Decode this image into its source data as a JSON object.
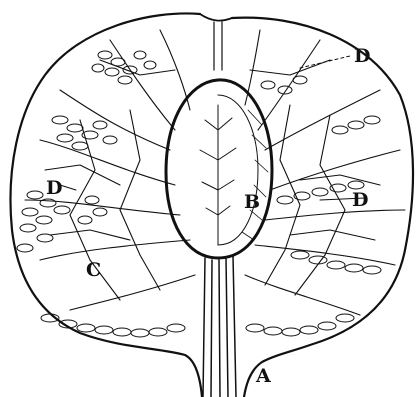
{
  "figure": {
    "labels": {
      "a": "A",
      "b": "B",
      "c": "C",
      "d_top_right": "D",
      "d_left": "D",
      "d_right": "D"
    },
    "colors": {
      "ink": "#111111",
      "paper": "#ffffff"
    }
  }
}
